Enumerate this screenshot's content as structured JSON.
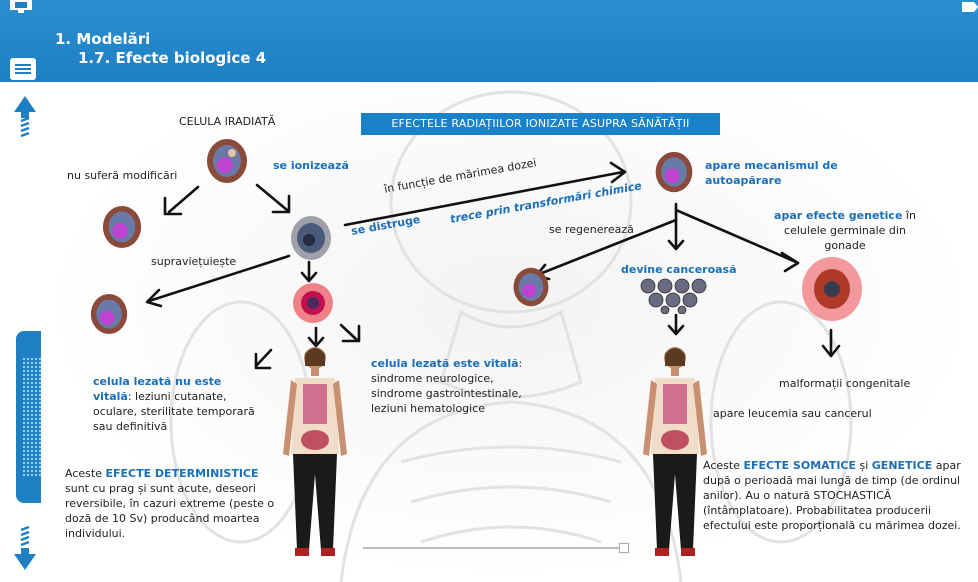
{
  "header": {
    "title": "1. Modelări",
    "subtitle": "1.7. Efecte biologice 4"
  },
  "icons": {
    "monitor": "monitor-icon",
    "menu": "menu-icon",
    "exit": "exit-icon",
    "up": "up-arrow-icon",
    "down": "down-arrow-icon"
  },
  "colors": {
    "header": "#1e7fc2",
    "accent_text": "#1a6fb8",
    "banner": "#1a82c8",
    "damage_glow": "#e8202a"
  },
  "content": {
    "banner": "EFECTELE RADIAȚIILOR IONIZATE ASUPRA SĂNĂTĂȚII",
    "celula_iradiata": "CELULA IRADIATĂ",
    "nu_sufera": "nu suferă modificări",
    "se_ionizeaza": "se ionizează",
    "supravietuieste": "supraviețuiește",
    "se_distruge": "se distruge",
    "in_functie": "în funcție de mărimea dozei",
    "trece_prin": "trece prin transformări chimice",
    "apare_mecanismul": "apare mecanismul de autoapărare",
    "se_regenereaza": "se regenerează",
    "devine_canceroasa": "devine canceroasă",
    "apar_efecte_bold": "apar efecte genetice",
    "apar_efecte_rest": " în celulele germinale din gonade",
    "malformatii": "malformații congenitale",
    "leucemia": "apare leucemia sau cancerul",
    "nu_vitala_bold": "celula lezată nu este vitală",
    "nu_vitala_rest": ": leziuni cutanate, oculare, sterilitate temporară sau definitivă",
    "vitala_bold": "celula lezată este vitală",
    "vitala_rest": ": sindrome neurologice, sindrome gastrointestinale, leziuni hematologice",
    "det_1": "Aceste ",
    "det_bold": "EFECTE DETERMINISTICE",
    "det_2": " sunt cu prag și sunt acute, deseori reversibile, în cazuri extreme (peste o doză de 10 Sv) producând moartea individului.",
    "som_1": "Aceste ",
    "som_bold1": "EFECTE SOMATICE",
    "som_2": " și ",
    "som_bold2": "GENETICE",
    "som_3": " apar după o perioadă mai lungă de timp (de ordinul anilor). Au o natură STOCHASTICĂ (întâmplatoare). Probabilitatea producerii efectului este proporțională cu mărimea dozei."
  }
}
